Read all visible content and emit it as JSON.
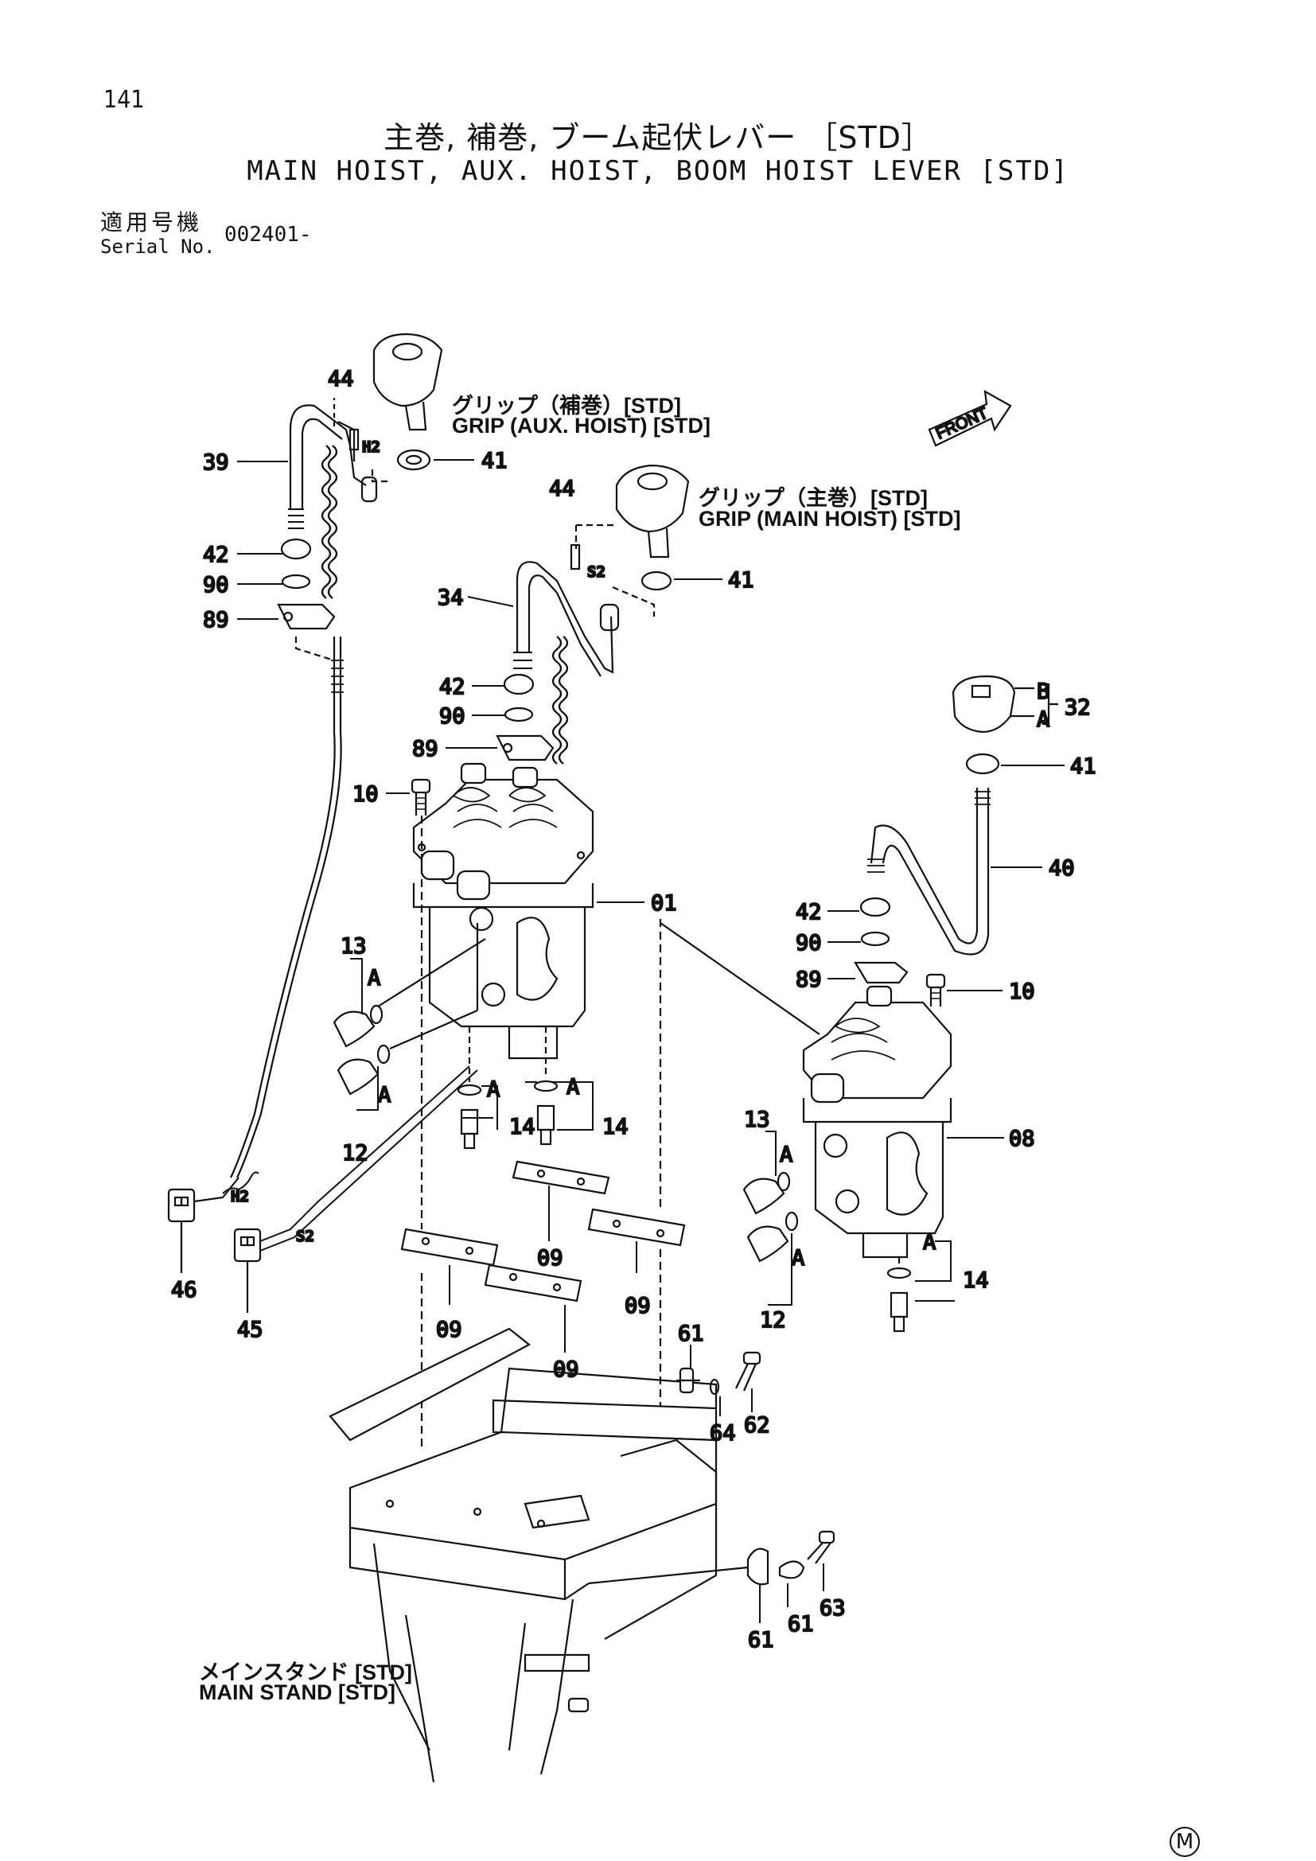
{
  "page": {
    "page_number": "141",
    "title_ja": "主巻, 補巻, ブーム起伏レバー ［STD］",
    "title_en": "MAIN HOIST,  AUX.  HOIST,  BOOM HOIST LEVER [STD]",
    "serial_label_ja": "適用号機",
    "serial_label_en": "Serial No.",
    "serial_value": "002401-",
    "corner_mark": "M"
  },
  "callouts": {
    "grip_aux_ja": "グリップ（補巻）[STD]",
    "grip_aux_en": "GRIP (AUX. HOIST) [STD]",
    "grip_main_ja": "グリップ（主巻）[STD]",
    "grip_main_en": "GRIP (MAIN HOIST) [STD]",
    "main_stand_ja": "メインスタンド [STD]",
    "main_stand_en": "MAIN STAND [STD]",
    "front": "FRONT"
  },
  "part_labels": {
    "p44a": "44",
    "p39": "39",
    "p41a": "41",
    "p42a": "42",
    "p90a": "90",
    "p89a": "89",
    "p44b": "44",
    "p41b": "41",
    "p34": "34",
    "p42b": "42",
    "p90b": "90",
    "p89b": "89",
    "p10a": "10",
    "p01": "01",
    "p13a": "13",
    "p12a": "12",
    "p14a": "14",
    "p14b": "14",
    "p32": "32",
    "p41c": "41",
    "p40": "40",
    "p42c": "42",
    "p90c": "90",
    "p89c": "89",
    "p10b": "10",
    "p08": "08",
    "p13b": "13",
    "p12b": "12",
    "p14c": "14",
    "p46": "46",
    "p45": "45",
    "p09a": "09",
    "p09b": "09",
    "p09c": "09",
    "p09d": "09",
    "p61a": "61",
    "p64": "64",
    "p62": "62",
    "p61b": "61",
    "p61c": "61",
    "p63": "63"
  },
  "small_labels": {
    "h2a": "H2",
    "s2a": "S2",
    "h2b": "H2",
    "s2b": "S2",
    "a1": "A",
    "a2": "A",
    "a3": "A",
    "a4": "A",
    "a5": "A",
    "a6": "A",
    "a7": "A",
    "b1": "B",
    "a8": "A"
  }
}
